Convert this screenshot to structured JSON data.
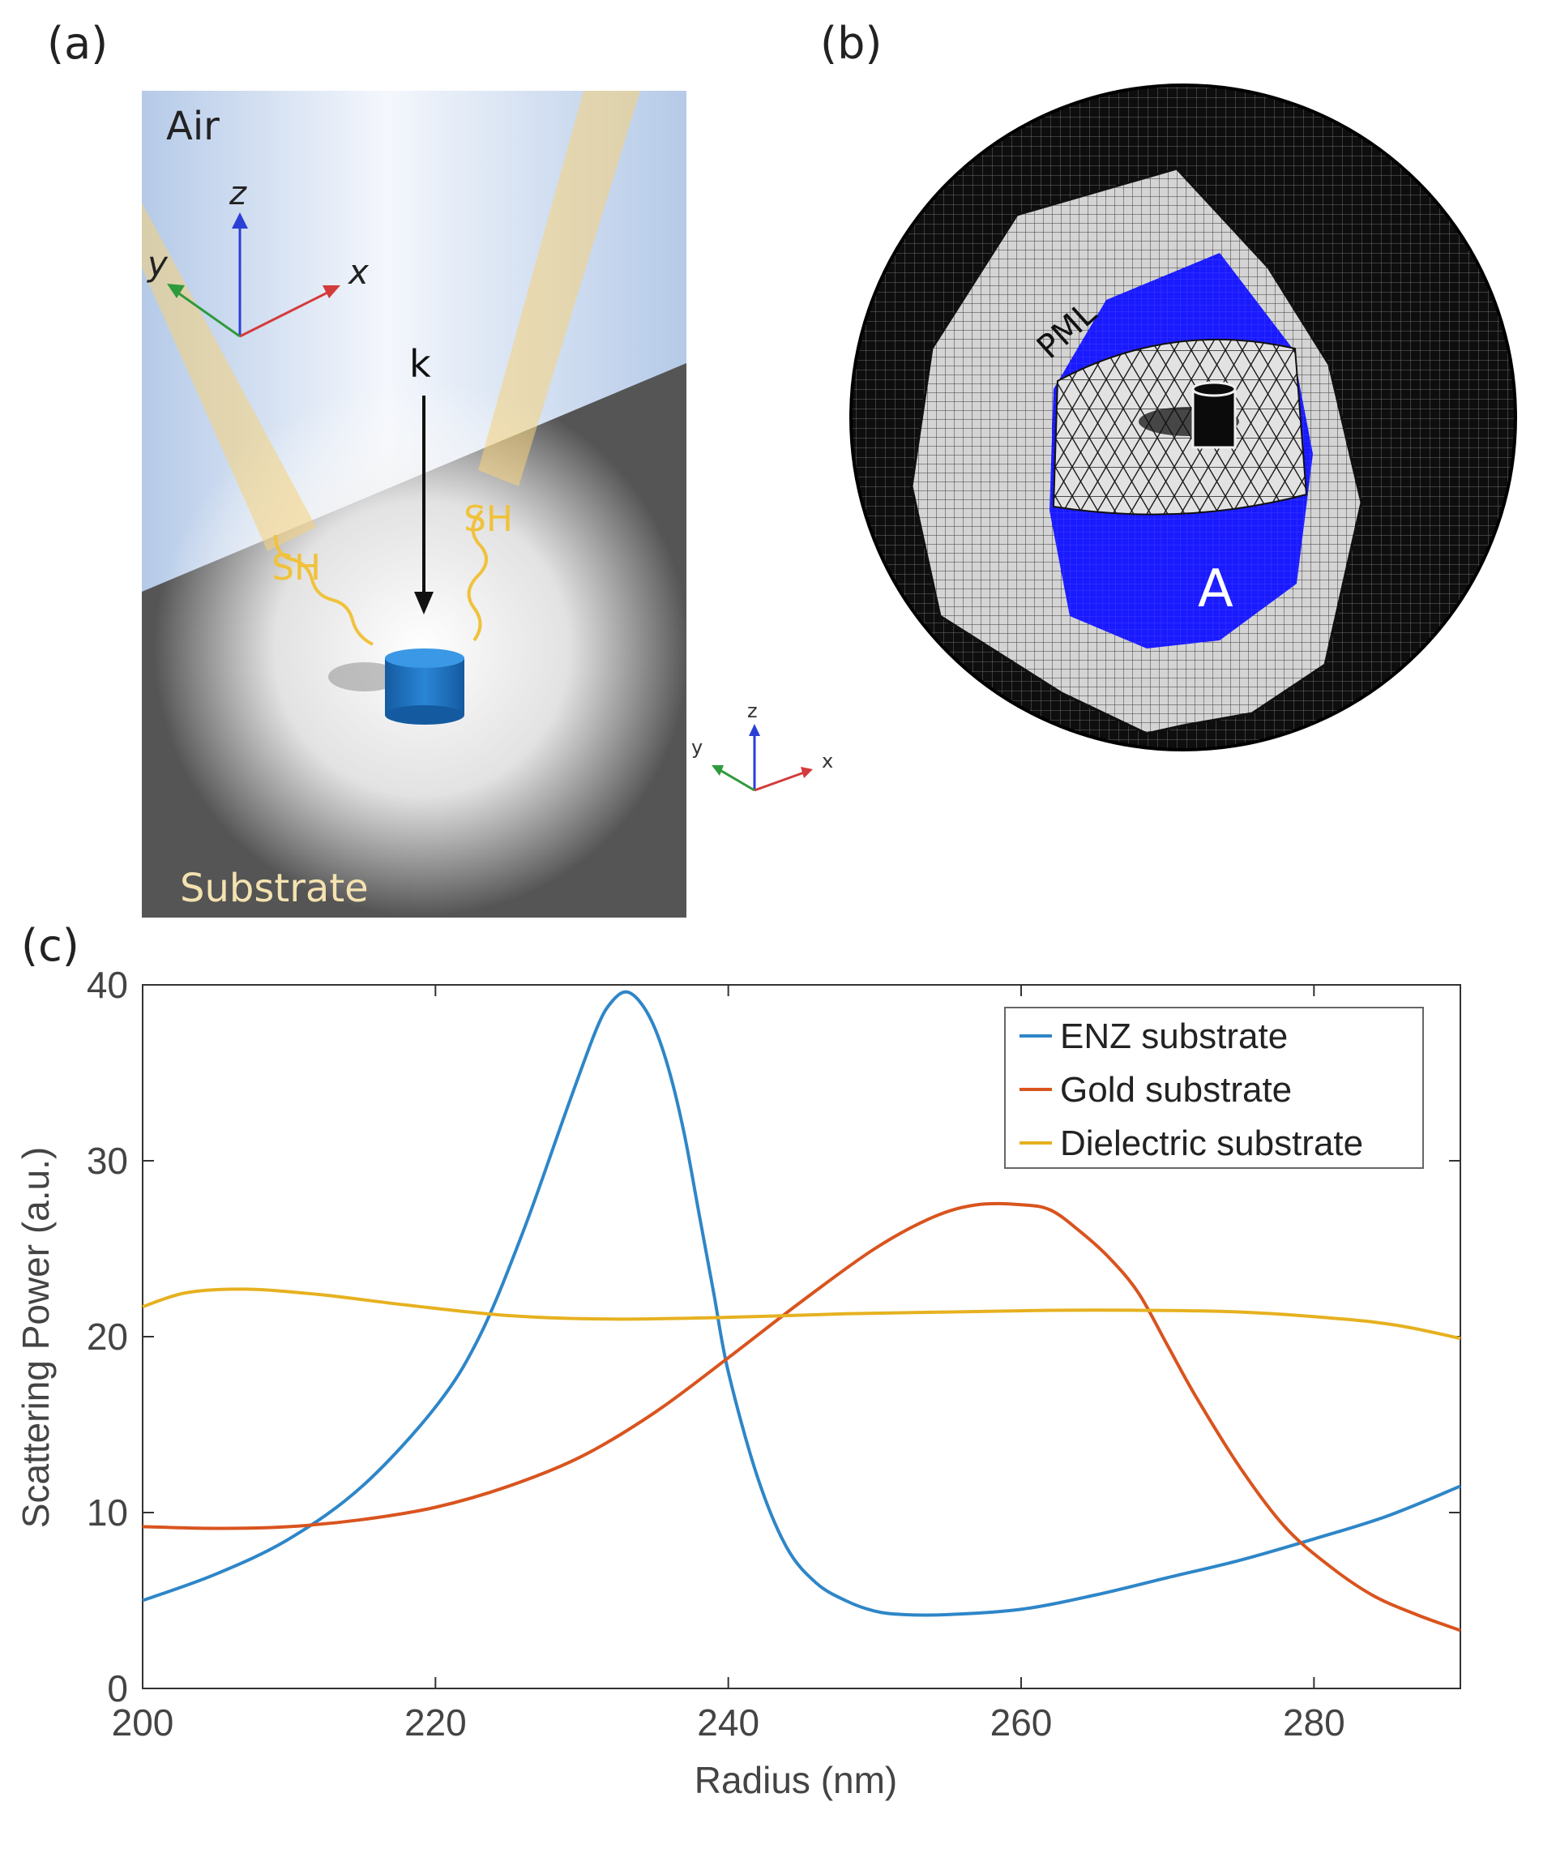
{
  "panels": {
    "a": {
      "label": "(a)",
      "air": "Air",
      "substrate": "Substrate",
      "k": "k",
      "sh_left": "SH",
      "sh_right": "SH",
      "axis_x": "x",
      "axis_y": "y",
      "axis_z": "z",
      "small_axis_x": "x",
      "small_axis_y": "y",
      "small_axis_z": "z"
    },
    "b": {
      "label": "(b)",
      "pml": "PML",
      "region_a": "A"
    },
    "c": {
      "label": "(c)"
    }
  },
  "colors": {
    "air_blue": "#b9cdea",
    "substrate_gray": "#565656",
    "beam_yellow": "#f6d27a",
    "pillar_blue": "#1f70c1",
    "mesh_blue": "#1a1aff",
    "enz": "#2e86c8",
    "gold": "#d9541e",
    "dielectric": "#e6b120"
  },
  "chart_data": {
    "type": "line",
    "xlabel": "Radius (nm)",
    "ylabel": "Scattering Power (a.u.)",
    "xlim": [
      200,
      290
    ],
    "ylim": [
      0,
      40
    ],
    "xticks": [
      200,
      220,
      240,
      260,
      280
    ],
    "yticks": [
      0,
      10,
      20,
      30,
      40
    ],
    "legend_position": "top-right",
    "grid": false,
    "series": [
      {
        "name": "ENZ substrate",
        "color": "#2e86c8",
        "x": [
          200,
          205,
          210,
          215,
          220,
          223,
          226,
          229,
          231,
          232,
          233,
          234,
          235,
          236,
          237,
          238,
          239,
          240,
          242,
          244,
          246,
          248,
          250,
          252,
          255,
          260,
          265,
          270,
          275,
          280,
          285,
          290
        ],
        "y": [
          5,
          6.5,
          8.5,
          11.5,
          16,
          20,
          26,
          33,
          37.5,
          39,
          39.6,
          39,
          37.5,
          35,
          31.5,
          27,
          22.5,
          18,
          12,
          8,
          6,
          5,
          4.4,
          4.2,
          4.2,
          4.5,
          5.3,
          6.3,
          7.3,
          8.5,
          9.8,
          11.5
        ]
      },
      {
        "name": "Gold substrate",
        "color": "#d9541e",
        "x": [
          200,
          205,
          210,
          215,
          220,
          225,
          230,
          235,
          240,
          245,
          250,
          254,
          257,
          260,
          262,
          264,
          266,
          268,
          270,
          272,
          275,
          278,
          281,
          284,
          287,
          290
        ],
        "y": [
          9.2,
          9.1,
          9.2,
          9.6,
          10.3,
          11.5,
          13.2,
          15.7,
          18.8,
          22,
          25,
          26.8,
          27.5,
          27.5,
          27.2,
          26,
          24.5,
          22.5,
          19.5,
          16.5,
          12.5,
          9.2,
          7,
          5.3,
          4.2,
          3.3
        ]
      },
      {
        "name": "Dielectric substrate",
        "color": "#e6b120",
        "x": [
          200,
          203,
          207,
          212,
          218,
          225,
          232,
          240,
          248,
          255,
          262,
          268,
          275,
          282,
          286,
          290
        ],
        "y": [
          21.7,
          22.5,
          22.7,
          22.4,
          21.8,
          21.2,
          21.0,
          21.1,
          21.3,
          21.4,
          21.5,
          21.5,
          21.4,
          21.0,
          20.6,
          19.9
        ]
      }
    ]
  }
}
